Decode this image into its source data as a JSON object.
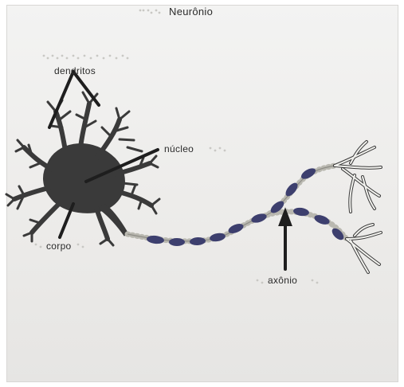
{
  "diagram": {
    "title": "Neurônio",
    "labels": {
      "dendrites": "dendritos",
      "nucleus": "núcleo",
      "body": "corpo",
      "axon": "axônio"
    }
  },
  "colors": {
    "paper": "#eeeeec",
    "neuron_fill": "#3a3a3a",
    "myelin_bead": "#3d3f6e",
    "axon_bead": "#b9b8b0",
    "terminal": "#f2f2ee",
    "pointer": "#1e1e1e",
    "braille_dot": "#c9c8c4"
  }
}
